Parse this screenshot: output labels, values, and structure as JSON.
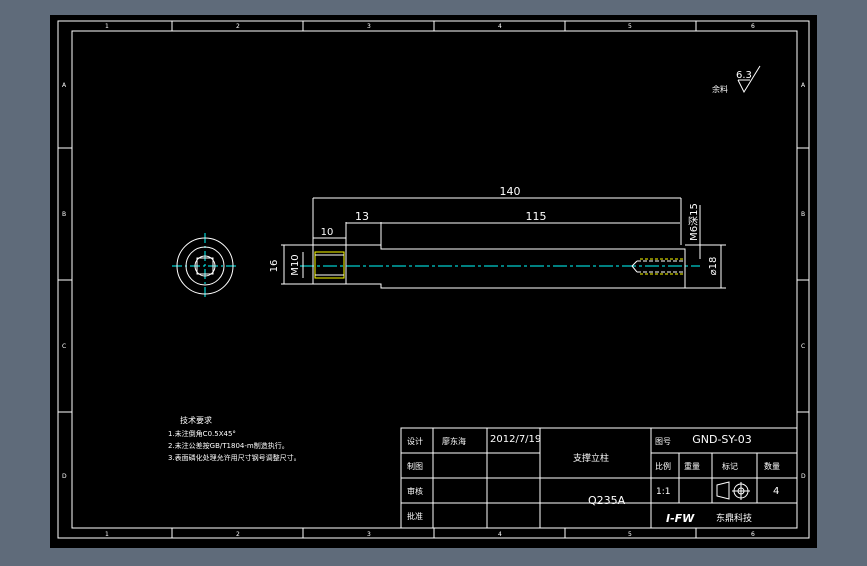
{
  "zone_columns": [
    "1",
    "2",
    "3",
    "4",
    "5",
    "6"
  ],
  "zone_rows": [
    "A",
    "B",
    "C",
    "D"
  ],
  "surface": {
    "label": "余料",
    "value": "6.3"
  },
  "dims": {
    "overall": "140",
    "shoulder": "13",
    "thread_len": "115",
    "counterbore": "10",
    "height": "16",
    "left_thread": "M10",
    "right_thread": "M6深15",
    "diameter": "⌀18"
  },
  "tech_notes": {
    "title": "技术要求",
    "lines": [
      "1.未注倒角C0.5X45°",
      "2.未注公差按GB/T1804-m制造执行。",
      "3.表面磷化处理允许用尺寸钢号调整尺寸。"
    ]
  },
  "title_block": {
    "design_label": "设计",
    "designer": "廖东海",
    "date": "2012/7/19",
    "drawing_label": "制图",
    "review_label": "审核",
    "approve_label": "批准",
    "part_name": "支撑立柱",
    "material": "Q235A",
    "drawing_no_label": "图号",
    "drawing_no": "GND-SY-03",
    "scale_label": "比例",
    "weight_label": "重量",
    "mark_label": "标记",
    "qty_label": "数量",
    "scale": "1:1",
    "qty": "4",
    "logo": "I-FW",
    "company": "东鼎科技"
  }
}
